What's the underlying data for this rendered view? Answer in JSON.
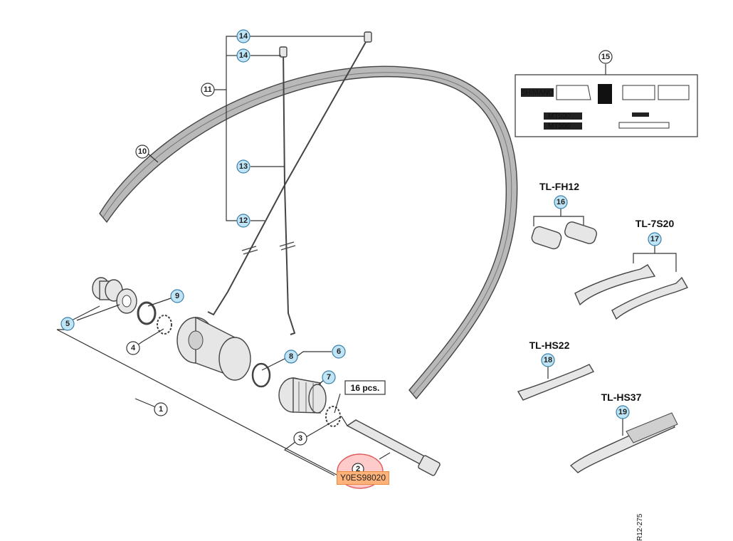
{
  "diagram": {
    "tool_labels": {
      "tl_fh12": "TL-FH12",
      "tl_7s20": "TL-7S20",
      "tl_hs22": "TL-HS22",
      "tl_hs37": "TL-HS37"
    },
    "pcs_note": "16 pcs.",
    "sticker_text": {
      "brand": "SHIMANO",
      "model_a": "MT500",
      "model_b": "MT500"
    },
    "callouts": {
      "c1": "1",
      "c2": "2",
      "c3": "3",
      "c4": "4",
      "c5": "5",
      "c6": "6",
      "c7": "7",
      "c8": "8",
      "c9": "9",
      "c10": "10",
      "c11": "11",
      "c12": "12",
      "c13": "13",
      "c14a": "14",
      "c14b": "14",
      "c15": "15",
      "c16": "16",
      "c17": "17",
      "c18": "18",
      "c19": "19"
    },
    "highlight_tag": "Y0ES98020",
    "doc_code": "R12-275"
  },
  "colors": {
    "callout_highlight": "#bfe4f5",
    "selected_part": "#ff9f9f",
    "tag_background": "#ffb37a"
  }
}
